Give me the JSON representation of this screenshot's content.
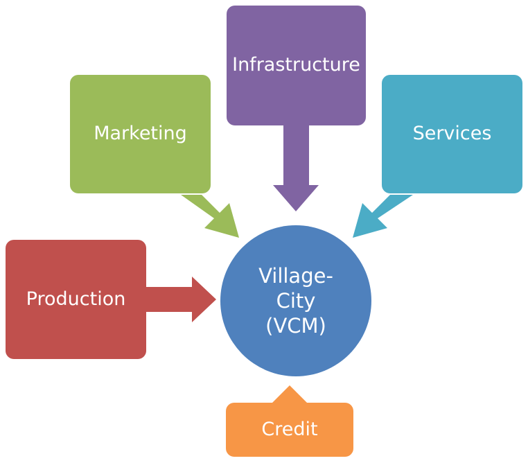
{
  "diagram": {
    "center": {
      "line1": "Village-",
      "line2": "City",
      "line3": "(VCM)",
      "color": "#4f81bd"
    },
    "nodes": {
      "infrastructure": {
        "label": "Infrastructure",
        "color": "#8064a2"
      },
      "marketing": {
        "label": "Marketing",
        "color": "#9bbb59"
      },
      "services": {
        "label": "Services",
        "color": "#4bacc6"
      },
      "production": {
        "label": "Production",
        "color": "#c0504d"
      },
      "credit": {
        "label": "Credit",
        "color": "#f79646"
      }
    }
  }
}
